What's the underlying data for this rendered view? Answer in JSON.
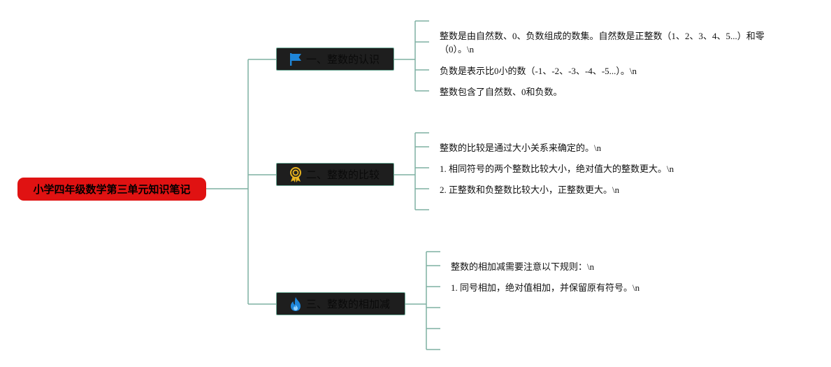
{
  "root": {
    "title": "小学四年级数学第三单元知识笔记"
  },
  "branches": [
    {
      "label": "一、整数的认识",
      "icon": "flag-icon",
      "notes": [
        "整数是由自然数、0、负数组成的数集。自然数是正整数（1、2、3、4、5...）和零（0）。\\n",
        "负数是表示比0小的数（-1、-2、-3、-4、-5...）。\\n",
        "整数包含了自然数、0和负数。"
      ]
    },
    {
      "label": "二、整数的比较",
      "icon": "award-ribbon-icon",
      "notes": [
        "整数的比较是通过大小关系来确定的。\\n",
        "1. 相同符号的两个整数比较大小，绝对值大的整数更大。\\n",
        "2. 正整数和负整数比较大小，正整数更大。\\n"
      ]
    },
    {
      "label": "三、整数的相加减",
      "icon": "flame-icon",
      "notes": [
        "整数的相加减需要注意以下规则：\\n",
        "1. 同号相加，绝对值相加，并保留原有符号。\\n"
      ]
    }
  ],
  "colors": {
    "root_fill": "#e01212",
    "branch_fill": "#1e1e1e",
    "connector": "#7fb0a2",
    "flag": "#1f86d9",
    "award": "#e7b21f",
    "flame": "#1f86d9"
  }
}
